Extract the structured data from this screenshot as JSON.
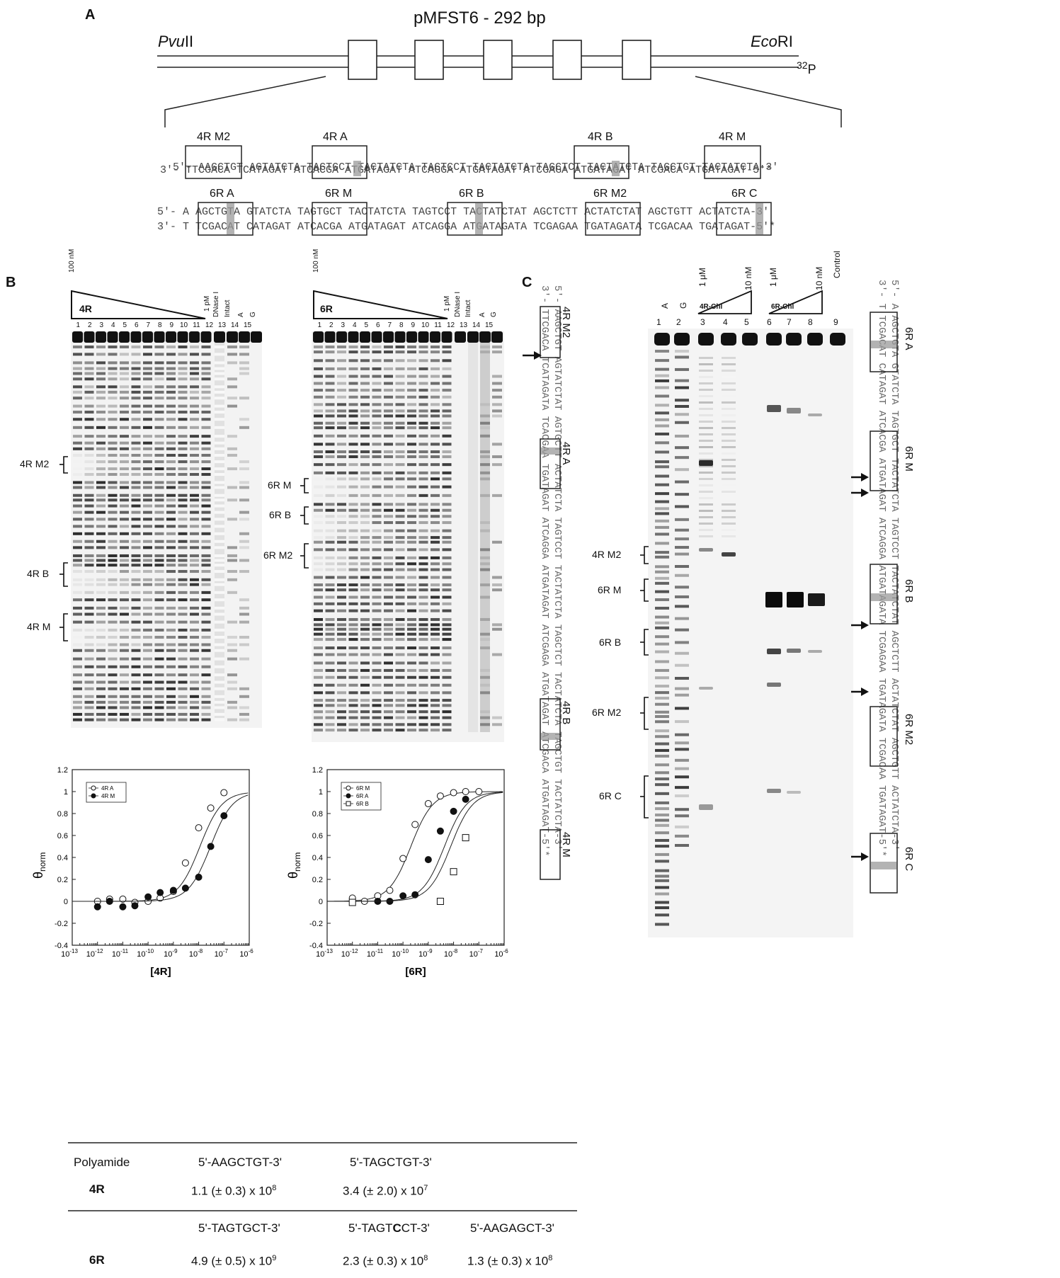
{
  "panel_a": {
    "letter": "A",
    "title": "pMFST6 - 292 bp",
    "left_site_italic": "Pvu",
    "left_site_roman": "II",
    "right_site_italic": "Eco",
    "right_site_roman": "RI",
    "label_32": "32",
    "label_P": "P",
    "row1": {
      "top": [
        {
          "t": "5'- ",
          "box": false
        },
        {
          "t": "AAGCTGT",
          "box": true,
          "name": "4R M2"
        },
        {
          "t": " AGTATCTA ",
          "box": false
        },
        {
          "t": "TAGTGCT",
          "box": true,
          "name": "4R A"
        },
        {
          "t": " TACTATCTA TAGTCCT TACTATCTA ",
          "box": false
        },
        {
          "t": "TAGCTCT",
          "box": true,
          "name": "4R B"
        },
        {
          "t": " TACTATCTA ",
          "box": false
        },
        {
          "t": "TAGCTGT",
          "box": true,
          "name": "4R M"
        },
        {
          "t": " TACTATCTA-3'",
          "box": false
        }
      ],
      "bottom": "3'- TTCGACA TCATAGAT ATCACGA ATGATAGAT ATCAGGA ATGATAGAT ATCGAGA ATGATAGAT ATCGACA ATGATAGAT-5'*"
    },
    "row2": {
      "top": "5'- A AGCTGTA GTATCTA TAGTGCT TACTATCTA TAGTCCT TACTATCTAT AGCTCTT ACTATCTAT AGCTGTT ACTATCTA-3'",
      "bottom": "3'- T TCGACAT CATAGAT ATCACGA ATGATAGAT ATCAGGA ATGATAGATA TCGAGAA TGATAGATA TCGACAA TGATAGAT-5'*",
      "site_names": [
        "6R A",
        "6R M",
        "6R B",
        "6R M2",
        "6R C"
      ]
    }
  },
  "panel_b": {
    "letter": "B",
    "gel_4r": {
      "compound": "4R",
      "conc_high": "100 nM",
      "conc_low": "1 pM",
      "dnase": "DNase I",
      "intact": "Intact",
      "a": "A",
      "g": "G",
      "lanes": [
        "1",
        "2",
        "3",
        "4",
        "5",
        "6",
        "7",
        "8",
        "9",
        "10",
        "11",
        "12",
        "13",
        "14",
        "15"
      ],
      "sites": [
        "4R M2",
        "4R B",
        "4R M"
      ]
    },
    "gel_6r": {
      "compound": "6R",
      "conc_high": "100 nM",
      "conc_low": "1 pM",
      "dnase": "DNase I",
      "intact": "Intact",
      "a": "A",
      "g": "G",
      "lanes": [
        "1",
        "2",
        "3",
        "4",
        "5",
        "6",
        "7",
        "8",
        "9",
        "10",
        "11",
        "12",
        "13",
        "14",
        "15"
      ],
      "sites": [
        "6R M",
        "6R B",
        "6R M2"
      ]
    }
  },
  "panel_c": {
    "letter": "C",
    "lanes": [
      "1",
      "2",
      "3",
      "4",
      "5",
      "6",
      "7",
      "8",
      "9"
    ],
    "lane_a": "A",
    "lane_g": "G",
    "chl4": "4R-Chl",
    "chl6": "6R-Chl",
    "c1": "1 μM",
    "c10": "10 nM",
    "control": "Control",
    "sites": [
      "4R M2",
      "6R M",
      "6R B",
      "6R M2",
      "6R C"
    ],
    "left_seq_labels": [
      "5'-",
      "3'-",
      "4R M2",
      "4R A",
      "4R B",
      "4R M"
    ],
    "right_seq_labels": [
      "5'- A",
      "3'- T",
      "6R A",
      "6R M",
      "6R B",
      "6R M2",
      "6R C"
    ]
  },
  "chart_data": [
    {
      "type": "scatter",
      "xlabel": "[4R]",
      "ylabel": "θnorm",
      "xscale": "log",
      "xlim": [
        1e-13,
        1e-06
      ],
      "ylim": [
        -0.4,
        1.2
      ],
      "xticks": [
        "10-13",
        "10-12",
        "10-11",
        "10-10",
        "10-9",
        "10-8",
        "10-7",
        "10-6"
      ],
      "yticks": [
        "-0.4",
        "-0.2",
        "0",
        "0.2",
        "0.4",
        "0.6",
        "0.8",
        "1",
        "1.2"
      ],
      "legend": "top-left",
      "series": [
        {
          "name": "4R A",
          "marker": "open-circle",
          "x": [
            1e-12,
            3e-12,
            1e-11,
            3e-11,
            1e-10,
            3e-10,
            1e-09,
            3e-09,
            1e-08,
            3e-08,
            1e-07
          ],
          "y": [
            0.0,
            0.02,
            0.02,
            -0.01,
            0.0,
            0.03,
            0.09,
            0.35,
            0.67,
            0.85,
            0.99
          ],
          "fit_ka": 89000000.0
        },
        {
          "name": "4R M",
          "marker": "filled-circle",
          "x": [
            1e-12,
            3e-12,
            1e-11,
            3e-11,
            1e-10,
            3e-10,
            1e-09,
            3e-09,
            1e-08,
            3e-08,
            1e-07
          ],
          "y": [
            -0.05,
            0.0,
            -0.05,
            -0.04,
            0.04,
            0.08,
            0.1,
            0.12,
            0.22,
            0.5,
            0.78
          ],
          "fit_ka": 34000000.0
        }
      ]
    },
    {
      "type": "scatter",
      "xlabel": "[6R]",
      "ylabel": "θnorm",
      "xscale": "log",
      "xlim": [
        1e-13,
        1e-06
      ],
      "ylim": [
        -0.4,
        1.2
      ],
      "xticks": [
        "10-13",
        "10-12",
        "10-11",
        "10-10",
        "10-9",
        "10-8",
        "10-7",
        "10-6"
      ],
      "yticks": [
        "-0.4",
        "-0.2",
        "0",
        "0.2",
        "0.4",
        "0.6",
        "0.8",
        "1",
        "1.2"
      ],
      "legend": "top-left",
      "series": [
        {
          "name": "6R M",
          "marker": "open-circle",
          "x": [
            1e-12,
            3e-12,
            1e-11,
            3e-11,
            1e-10,
            3e-10,
            1e-09,
            3e-09,
            1e-08,
            3e-08,
            1e-07
          ],
          "y": [
            0.03,
            0.0,
            0.05,
            0.1,
            0.39,
            0.7,
            0.89,
            0.96,
            0.99,
            1.0,
            1.0
          ],
          "fit_ka": 4900000000.0
        },
        {
          "name": "6R A",
          "marker": "filled-circle",
          "x": [
            1e-11,
            3e-11,
            1e-10,
            3e-10,
            1e-09,
            3e-09,
            1e-08,
            3e-08
          ],
          "y": [
            0.0,
            0.0,
            0.05,
            0.06,
            0.38,
            0.64,
            0.82,
            0.93
          ],
          "fit_ka": 230000000.0
        },
        {
          "name": "6R B",
          "marker": "open-square",
          "x": [
            1e-12,
            3e-09,
            1e-08,
            3e-08
          ],
          "y": [
            -0.01,
            0.0,
            0.27,
            0.58
          ],
          "fit_ka": 130000000.0
        }
      ]
    }
  ],
  "table": {
    "header_label": "Polyamide",
    "r4_seq1": "5'-AAGCTGT-3'",
    "r4_seq2": "5'-TAGCTGT-3'",
    "r4_name": "4R",
    "r4_v1": "1.1  (± 0.3) x 10",
    "r4_e1": "8",
    "r4_v2": "3.4  (± 2.0) x 10",
    "r4_e2": "7",
    "r6_seq1": "5'-TAGTGCT-3'",
    "r6_seq2a": "5'-TAGT",
    "r6_seq2b": "C",
    "r6_seq2c": "CT-3'",
    "r6_seq3": "5'-AAGAGCT-3'",
    "r6_name": "6R",
    "r6_v1": "4.9  (± 0.5) x 10",
    "r6_e1": "9",
    "r6_v2": "2.3  (± 0.3) x 10",
    "r6_e2": "8",
    "r6_v3": "1.3  (± 0.3) x 10",
    "r6_e3": "8"
  }
}
